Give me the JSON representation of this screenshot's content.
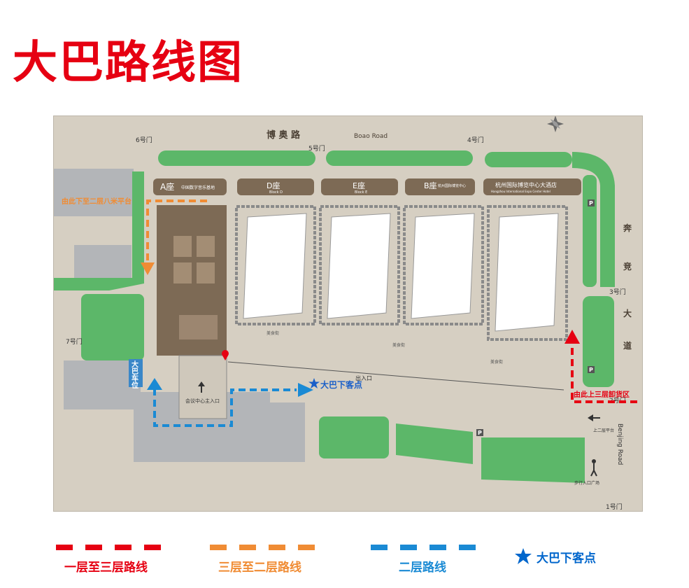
{
  "title": "大巴路线图",
  "colors": {
    "background": "#d6cfc2",
    "green": "#5cb769",
    "gray": "#b3b5b8",
    "building": "#7d6a55",
    "red_route": "#e60012",
    "orange_route": "#f08c34",
    "blue_route": "#1a8ad4"
  },
  "roads": {
    "boao_cn": "博 奥 路",
    "boao_en": "Boao Road",
    "benjing_cn": [
      "奔",
      "竞",
      "大",
      "道"
    ],
    "benjing_en": "Benjing Road"
  },
  "gates": {
    "gate6": "6号门",
    "gate5": "5号门",
    "gate4": "4号门",
    "gate3": "3号门",
    "gate7": "7号门",
    "gate2": "2号门",
    "gate1": "1号门"
  },
  "blocks": {
    "a": "A座",
    "a_sub": "中国数字音乐基地",
    "d": "D座",
    "d_sub": "Block D",
    "e": "E座",
    "e_sub": "Block E",
    "b": "B座",
    "b_sub": "杭州国际博览中心",
    "hotel": "杭州国际博览中心大酒店",
    "hotel_en": "Hangzhou International Expo Center Hotel"
  },
  "annotations": {
    "orange_note": "由此下至二层八米平台",
    "red_note": "由此上三层卸货区",
    "bus_parking": [
      "大",
      "巴",
      "车",
      "位"
    ],
    "bus_dropoff": "大巴下客点",
    "main_entrance": "会议中心主入口",
    "entrance": "出入口",
    "up_platform": "上二层平台",
    "pedestrian_plaza": "步行入口广场",
    "food_court": "美食街",
    "food_court2": "美食街",
    "food_court3": "美食街"
  },
  "icons": {
    "compass": "compass-rose-icon",
    "arrow_up": "arrow-up-icon",
    "arrow_left": "arrow-left-icon",
    "pedestrian": "pedestrian-icon",
    "bus_star": "star-icon",
    "parking": "parking-icon",
    "pin": "location-pin-icon"
  },
  "legend": [
    {
      "label": "一层至三层路线",
      "color": "#e60012"
    },
    {
      "label": "三层至二层路线",
      "color": "#f08c34"
    },
    {
      "label": "二层路线",
      "color": "#1a8ad4"
    },
    {
      "label": "大巴下客点",
      "color": "#0066cc"
    }
  ]
}
